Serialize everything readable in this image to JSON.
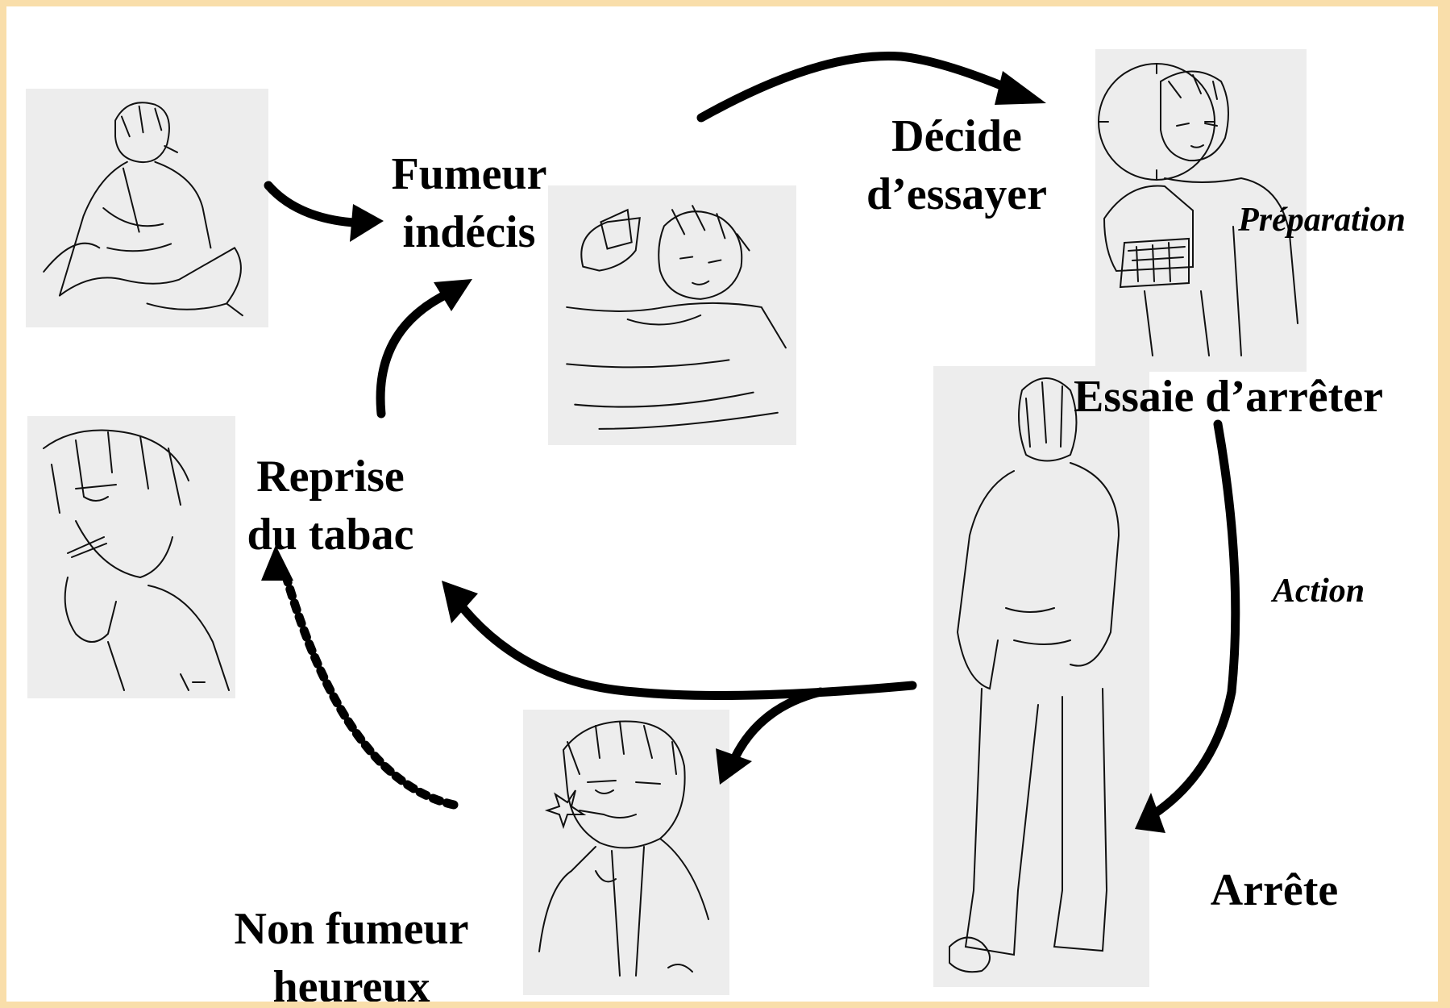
{
  "labels": {
    "undecided_smoker": [
      "Fumeur",
      "indécis"
    ],
    "decides_to_try": [
      "Décide",
      "d’essayer"
    ],
    "preparation": "Préparation",
    "tries_to_stop": "Essaie d’arrêter",
    "action": "Action",
    "stops": "Arrête",
    "relapse": [
      "Reprise",
      "du tabac"
    ],
    "happy_non_smoker": [
      "Non fumeur",
      "heureux"
    ]
  },
  "colors": {
    "frame": "#f9deaa",
    "panel": "#ededed",
    "ink": "#000000"
  },
  "icons": {
    "sitting_smoker": "sitting-smoker-sketch",
    "lying_smoker": "lying-smoker-sketch",
    "refusing_pack": "refusing-cigarette-pack-sketch",
    "standing_man": "standing-man-sketch",
    "relapsed_smoker": "relapsed-smoker-sketch",
    "happy_non_smoker": "happy-non-smoker-sketch"
  }
}
